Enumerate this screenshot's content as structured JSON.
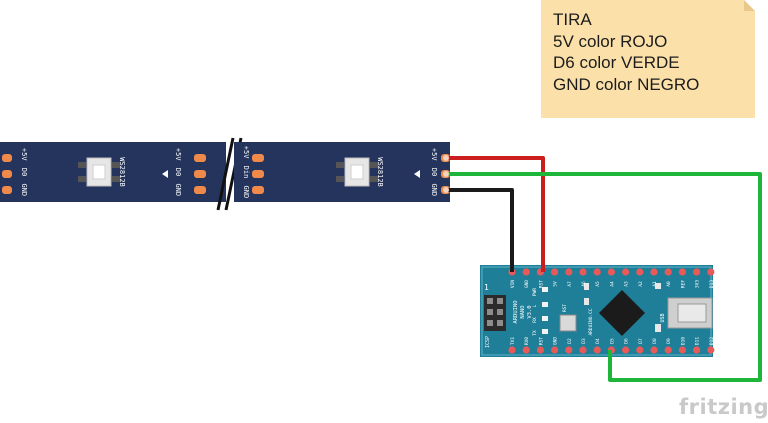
{
  "note": {
    "lines": [
      "TIRA",
      "5V color ROJO",
      "D6 color VERDE",
      "GND color NEGRO"
    ]
  },
  "strip": {
    "chip_label": "WS2812B",
    "pins_start": [
      "+5V",
      "D0",
      "GND"
    ],
    "pins_in": [
      "+5V",
      "Din",
      "GND"
    ],
    "pins_out": [
      "+5V",
      "D0",
      "GND"
    ]
  },
  "arduino": {
    "name_lines": [
      "ARDUINO",
      "NANO",
      "V3.0"
    ],
    "brand": "ARDUINO.CC",
    "icsp_label": "ICSP",
    "header_top": [
      "D12",
      "D11",
      "D10",
      "D9",
      "D8",
      "D7",
      "D6",
      "D5",
      "D4",
      "D3",
      "D2",
      "GND",
      "RST",
      "RX0",
      "TX1"
    ],
    "header_bottom": [
      "VIN",
      "GND",
      "RST",
      "5V",
      "A7",
      "A6",
      "A5",
      "A4",
      "A3",
      "A2",
      "A1",
      "A0",
      "REF",
      "3V3",
      "D13"
    ],
    "led_labels": [
      "PWR",
      "L",
      "RX",
      "TX"
    ],
    "rst_label": "RST",
    "usb_label": "USB",
    "board_num": "1"
  },
  "wires": [
    {
      "name": "5V",
      "color": "#cc1e1e"
    },
    {
      "name": "D6",
      "color": "#1db53a"
    },
    {
      "name": "GND",
      "color": "#1a1a1a"
    }
  ],
  "watermark": "fritzing"
}
